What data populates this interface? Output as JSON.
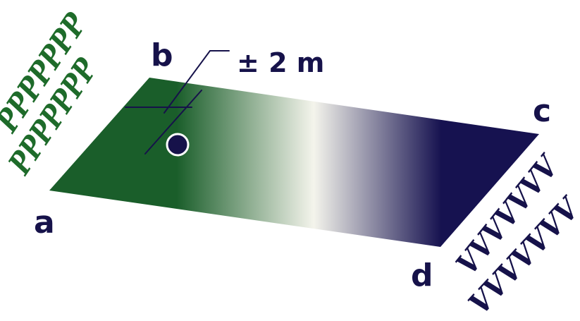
{
  "labels": {
    "corner_a": "a",
    "corner_b": "b",
    "corner_c": "c",
    "corner_d": "d",
    "tolerance": "± 2 m"
  },
  "p_rows": [
    "PPPPPPP",
    "PPPPPPP"
  ],
  "v_rows": [
    "VVVVVVV",
    "VVVVVVV"
  ],
  "colors": {
    "green": "#1a5e2a",
    "white": "#f4f4ec",
    "navy": "#161250",
    "p_text": "#1e6b2a",
    "v_text": "#16124a",
    "label": "#16124a"
  }
}
